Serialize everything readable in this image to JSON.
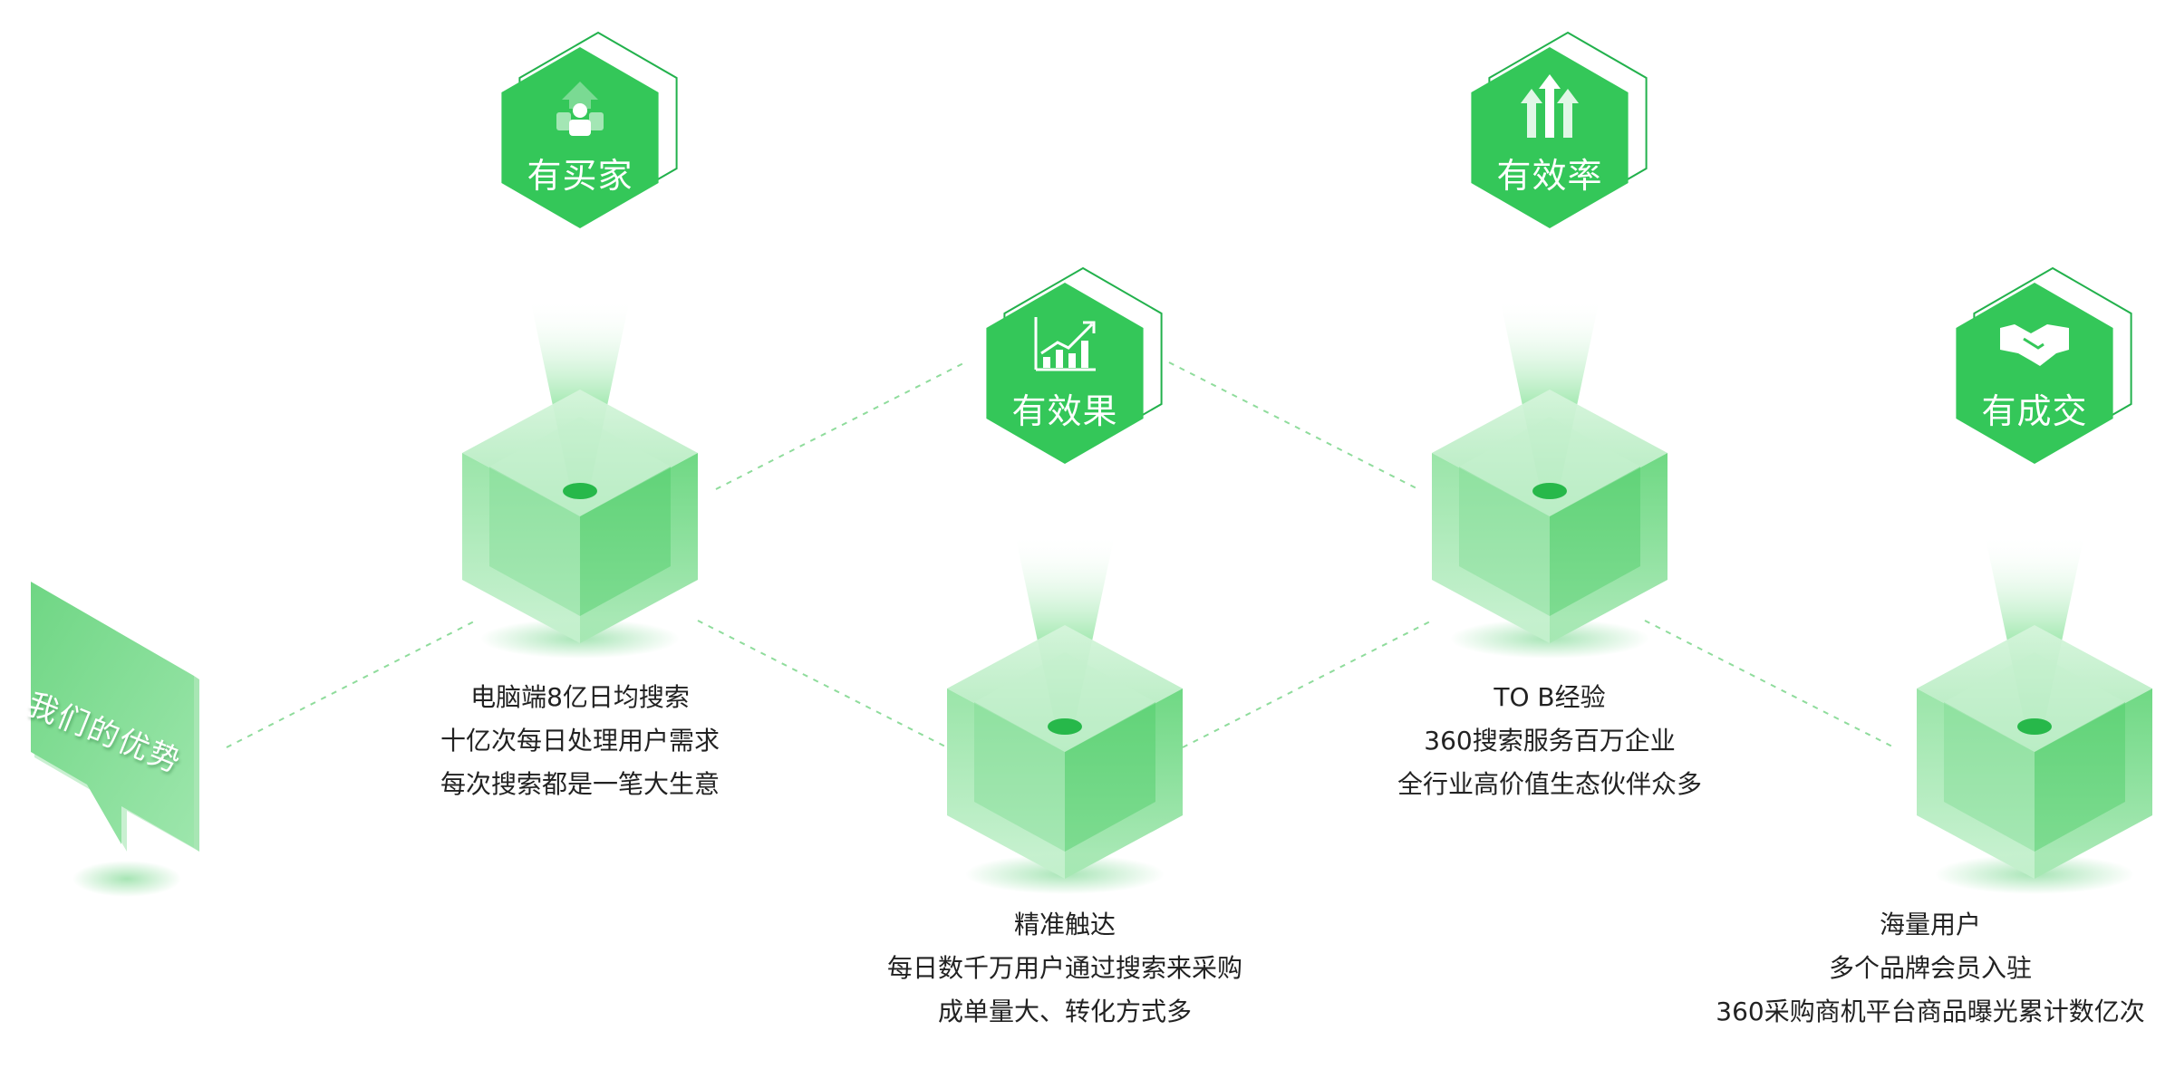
{
  "colors": {
    "primary": "#34c759",
    "primary_dark": "#22b14c",
    "cube_light": "#c8f2cf",
    "text": "#222222",
    "line": "#8fdc9c"
  },
  "sign": {
    "label": "我们的优势"
  },
  "features": [
    {
      "title": "有买家",
      "icon": "users-icon",
      "lines": [
        "电脑端8亿日均搜索",
        "十亿次每日处理用户需求",
        "每次搜索都是一笔大生意"
      ]
    },
    {
      "title": "有效果",
      "icon": "growth-chart-icon",
      "lines": [
        "精准触达",
        "每日数千万用户通过搜索来采购",
        "成单量大、转化方式多"
      ]
    },
    {
      "title": "有效率",
      "icon": "up-arrows-icon",
      "lines": [
        "TO B经验",
        "360搜索服务百万企业",
        "全行业高价值生态伙伴众多"
      ]
    },
    {
      "title": "有成交",
      "icon": "handshake-icon",
      "lines": [
        "海量用户",
        "多个品牌会员入驻",
        "360采购商机平台商品曝光累计数亿次"
      ]
    }
  ]
}
